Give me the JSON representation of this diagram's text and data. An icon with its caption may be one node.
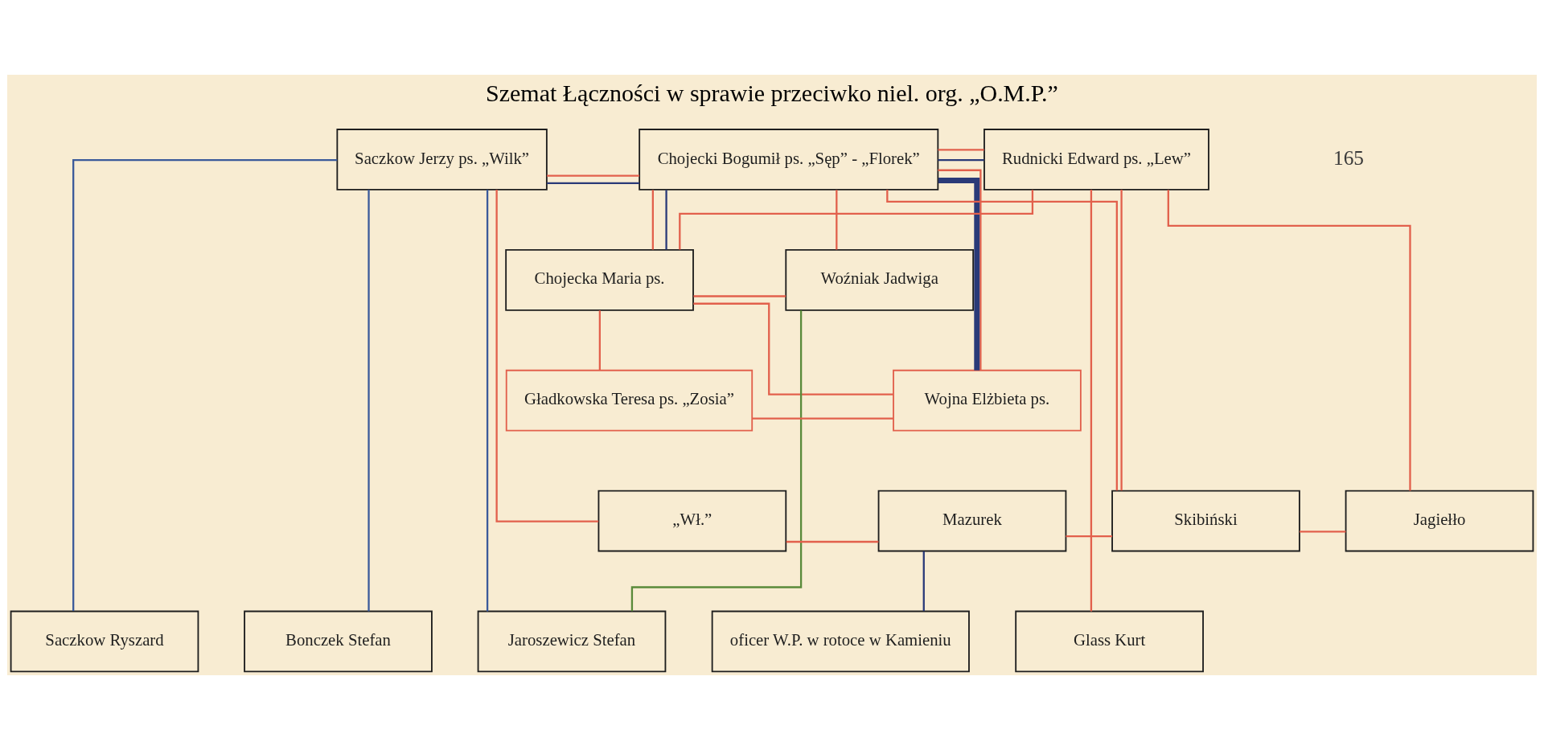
{
  "diagram": {
    "title": "Szemat Łączności w sprawie przeciwko niel. org. „O.M.P.”",
    "nodes": [
      {
        "text": [
          "Chojecki Bogumił ps. „Sęp” - „Florek”"
        ]
      },
      {
        "text": [
          "Saczkow Jerzy ps. „Wilk”"
        ]
      },
      {
        "text": [
          "Rudnicki Edward ps. „Lew”"
        ]
      },
      {
        "text": [
          "Chojecka Maria ps."
        ]
      },
      {
        "text": [
          "Woźniak Jadwiga"
        ]
      },
      {
        "text": [
          "Gładkowska Teresa ps. „Zosia”"
        ]
      },
      {
        "text": [
          "Wojna Elżbieta ps."
        ]
      },
      {
        "text": [
          "„Wł.”"
        ]
      },
      {
        "text": [
          "Mazurek"
        ]
      },
      {
        "text": [
          "Skibiński"
        ]
      },
      {
        "text": [
          "Jagiełło"
        ]
      },
      {
        "text": [
          "Saczkow Ryszard"
        ]
      },
      {
        "text": [
          "Bonczek Stefan"
        ]
      },
      {
        "text": [
          "Jaroszewicz Stefan"
        ]
      },
      {
        "text": [
          "oficer W.P. w rotoce w Kamieniu"
        ]
      },
      {
        "text": [
          "Glass Kurt"
        ]
      }
    ],
    "edges": [
      {
        "from": 1,
        "to": 0,
        "arrow": "none"
      },
      {
        "from": 1,
        "to": 0,
        "arrow": "none",
        "color": "#2a3a78"
      },
      {
        "from": 0,
        "to": 2,
        "arrow": "none"
      },
      {
        "from": 0,
        "to": 2,
        "arrow": "none",
        "color": "#2a3a78"
      },
      {
        "from": 0,
        "to": 3,
        "arrow": "none"
      },
      {
        "from": 0,
        "to": 3,
        "arrow": "none",
        "color": "#2a3a78"
      },
      {
        "from": 0,
        "to": 6,
        "arrow": "none"
      },
      {
        "from": 0,
        "to": 6,
        "arrow": "none",
        "style": "thick",
        "color": "#2a3a78"
      },
      {
        "from": 0,
        "to": 4,
        "arrow": "none"
      },
      {
        "from": 0,
        "to": 9,
        "arrow": "none"
      },
      {
        "from": 3,
        "to": 2,
        "arrow": "none"
      },
      {
        "from": 3,
        "to": 4,
        "arrow": "none"
      },
      {
        "from": 3,
        "to": 5,
        "arrow": "none"
      },
      {
        "from": 3,
        "to": 6,
        "arrow": "none"
      },
      {
        "from": 5,
        "to": 6,
        "arrow": "none"
      },
      {
        "from": 1,
        "to": 7,
        "arrow": "none"
      },
      {
        "from": 1,
        "to": 11,
        "arrow": "none",
        "color": "#3b5a9a"
      },
      {
        "from": 1,
        "to": 12,
        "arrow": "none",
        "color": "#3b5a9a"
      },
      {
        "from": 1,
        "to": 13,
        "arrow": "none",
        "color": "#3b5a9a"
      },
      {
        "from": 7,
        "to": 8,
        "arrow": "none"
      },
      {
        "from": 8,
        "to": 9,
        "arrow": "none"
      },
      {
        "from": 9,
        "to": 10,
        "arrow": "none"
      },
      {
        "from": 2,
        "to": 9,
        "arrow": "none"
      },
      {
        "from": 2,
        "to": 10,
        "arrow": "none"
      },
      {
        "from": 2,
        "to": 15,
        "arrow": "none"
      },
      {
        "from": 8,
        "to": 14,
        "arrow": "none",
        "color": "#2a3a78"
      },
      {
        "from": 4,
        "to": 13,
        "arrow": "none",
        "color": "#5a8a3a"
      }
    ],
    "labels": [
      "165"
    ]
  }
}
